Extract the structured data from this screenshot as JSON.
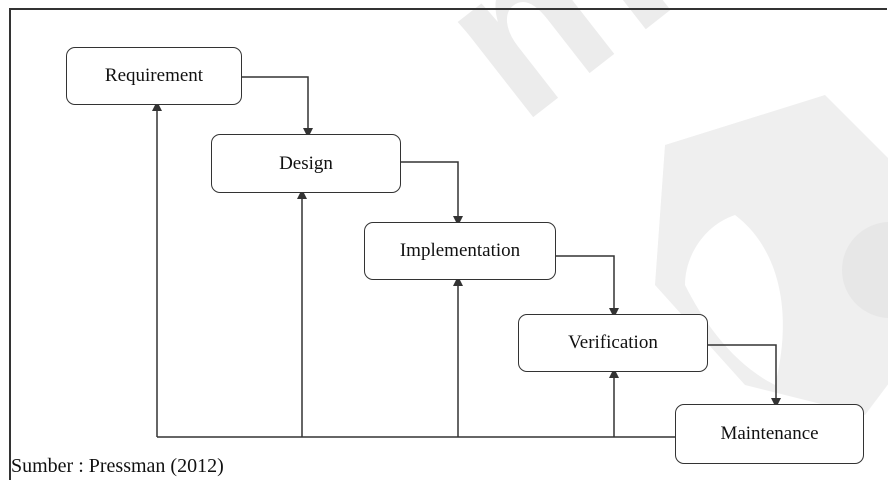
{
  "diagram": {
    "stages": [
      {
        "label": "Requirement"
      },
      {
        "label": "Design"
      },
      {
        "label": "Implementation"
      },
      {
        "label": "Verification"
      },
      {
        "label": "Maintenance"
      }
    ],
    "source": "Sumber : Pressman (2012)"
  },
  "watermark": {
    "text": "ma",
    "color": "#ececec"
  }
}
